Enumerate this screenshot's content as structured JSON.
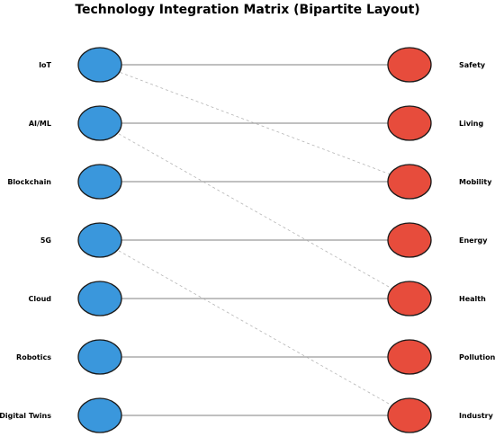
{
  "title": "Technology Integration Matrix (Bipartite Layout)",
  "left_nodes": [
    "IoT",
    "AI/ML",
    "Blockchain",
    "5G",
    "Cloud",
    "Robotics",
    "Digital Twins"
  ],
  "right_nodes": [
    "Safety",
    "Living",
    "Mobility",
    "Energy",
    "Health",
    "Pollution",
    "Industry"
  ],
  "edges": [
    {
      "from": 0,
      "to": 0,
      "style": "solid"
    },
    {
      "from": 1,
      "to": 1,
      "style": "solid"
    },
    {
      "from": 2,
      "to": 2,
      "style": "solid"
    },
    {
      "from": 3,
      "to": 3,
      "style": "solid"
    },
    {
      "from": 4,
      "to": 4,
      "style": "solid"
    },
    {
      "from": 5,
      "to": 5,
      "style": "solid"
    },
    {
      "from": 6,
      "to": 6,
      "style": "solid"
    },
    {
      "from": 0,
      "to": 2,
      "style": "dashed"
    },
    {
      "from": 1,
      "to": 4,
      "style": "dashed"
    },
    {
      "from": 3,
      "to": 6,
      "style": "dashed"
    }
  ],
  "colors": {
    "left_fill": "#3a97dc",
    "right_fill": "#e74c3c",
    "node_stroke": "#1a1a1a",
    "solid_edge": "#9a9a9a",
    "dashed_edge": "#b5b5b5"
  }
}
